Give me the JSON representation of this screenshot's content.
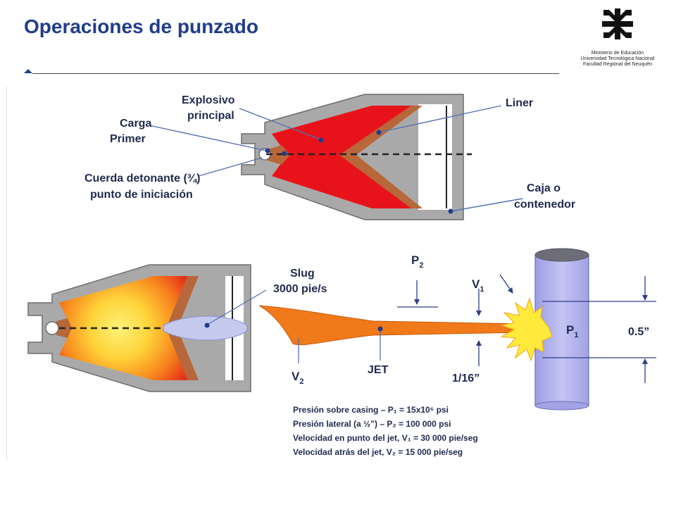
{
  "header": {
    "title": "Operaciones de punzado",
    "institution": [
      "Ministerio de Educación",
      "Universidad Tecnológica Nacional",
      "Facultad Regional del Neuquén"
    ]
  },
  "top_diagram": {
    "labels": {
      "explosivo_1": "Explosivo",
      "explosivo_2": "principal",
      "carga_1": "Carga",
      "carga_2": "Primer",
      "cuerda_1": "Cuerda detonante (¾)",
      "cuerda_2": "punto de iniciación",
      "liner": "Liner",
      "caja_1": "Caja o",
      "caja_2": "contenedor"
    }
  },
  "bottom_diagram": {
    "labels": {
      "slug_1": "Slug",
      "slug_2": "3000 pie/s",
      "p2": "P",
      "p2_sub": "2",
      "v1": "V",
      "v1_sub": "1",
      "p1": "P",
      "p1_sub": "1",
      "v2": "V",
      "v2_sub": "2",
      "jet": "JET",
      "gap": "1/16”",
      "diameter": "0.5”"
    },
    "legend": [
      "Presión sobre casing – P₁ = 15x10⁶ psi",
      "Presión lateral (a ½”) – P₂ = 100 000 psi",
      "Velocidad en punto del jet, V₁ = 30 000 pie/seg",
      "Velocidad atrás del jet, V₂ = 15 000 pie/seg"
    ]
  },
  "colors": {
    "title": "#1f3d8c",
    "casing_gray": "#a9a9a9",
    "explosive_red": "#e8131a",
    "liner_copper": "#b8673a",
    "jet_orange": "#f07a1a",
    "pipe_lavender": "#b4b4ee"
  }
}
